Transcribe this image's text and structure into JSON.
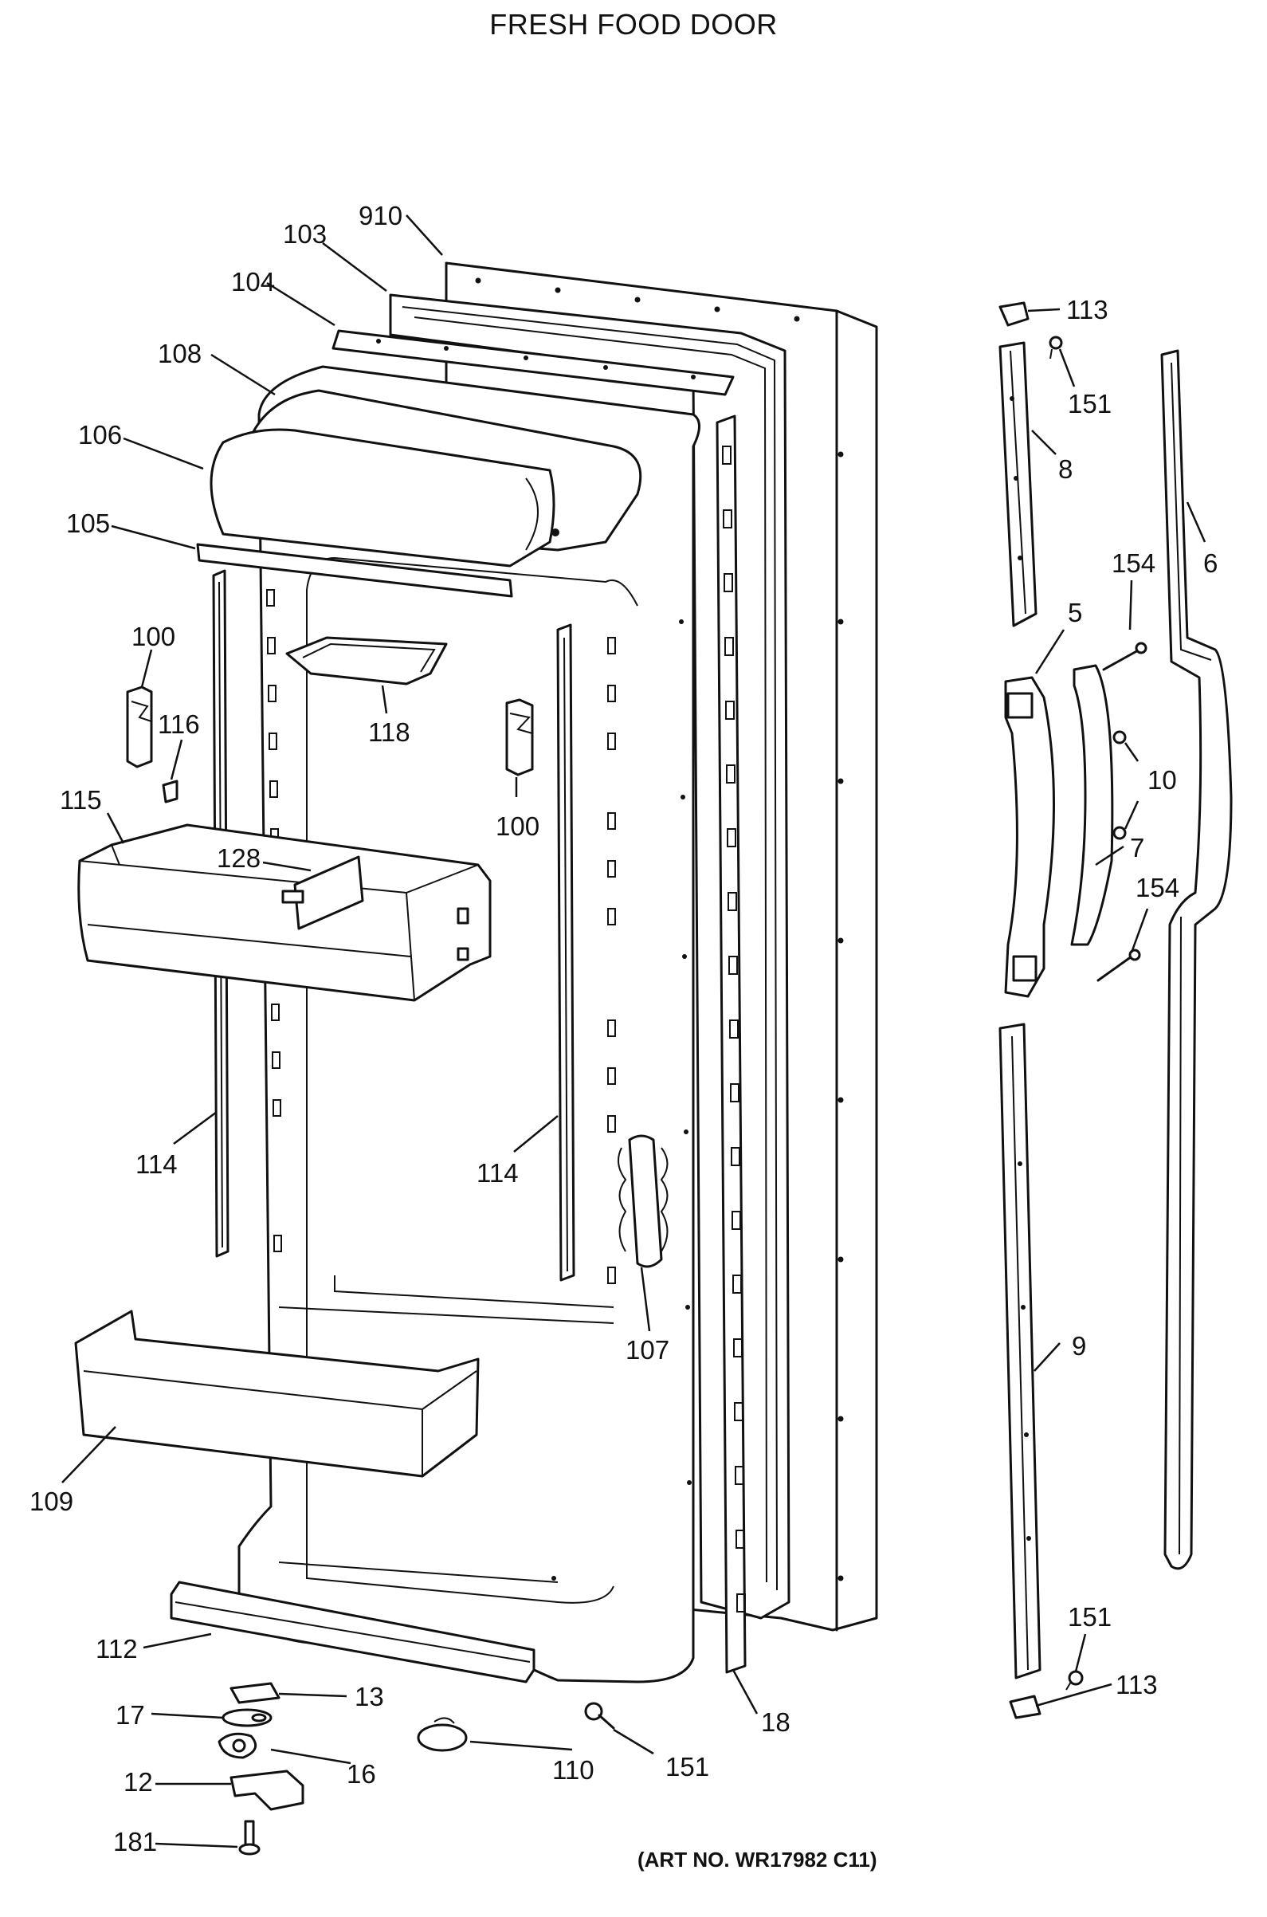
{
  "title": "FRESH FOOD DOOR",
  "art_number": "(ART NO. WR17982 C11)",
  "callouts": {
    "c910": "910",
    "c103": "103",
    "c104": "104",
    "c108": "108",
    "c106": "106",
    "c105": "105",
    "c100a": "100",
    "c116": "116",
    "c118": "118",
    "c100b": "100",
    "c115": "115",
    "c128": "128",
    "c114a": "114",
    "c114b": "114",
    "c107": "107",
    "c109": "109",
    "c112": "112",
    "c13": "13",
    "c17": "17",
    "c16": "16",
    "c12": "12",
    "c181": "181",
    "c110": "110",
    "c151a": "151",
    "c18": "18",
    "c113a": "113",
    "c151b": "151",
    "c8": "8",
    "c6": "6",
    "c154a": "154",
    "c5": "5",
    "c10": "10",
    "c7": "7",
    "c154b": "154",
    "c9": "9",
    "c151c": "151",
    "c113b": "113"
  }
}
